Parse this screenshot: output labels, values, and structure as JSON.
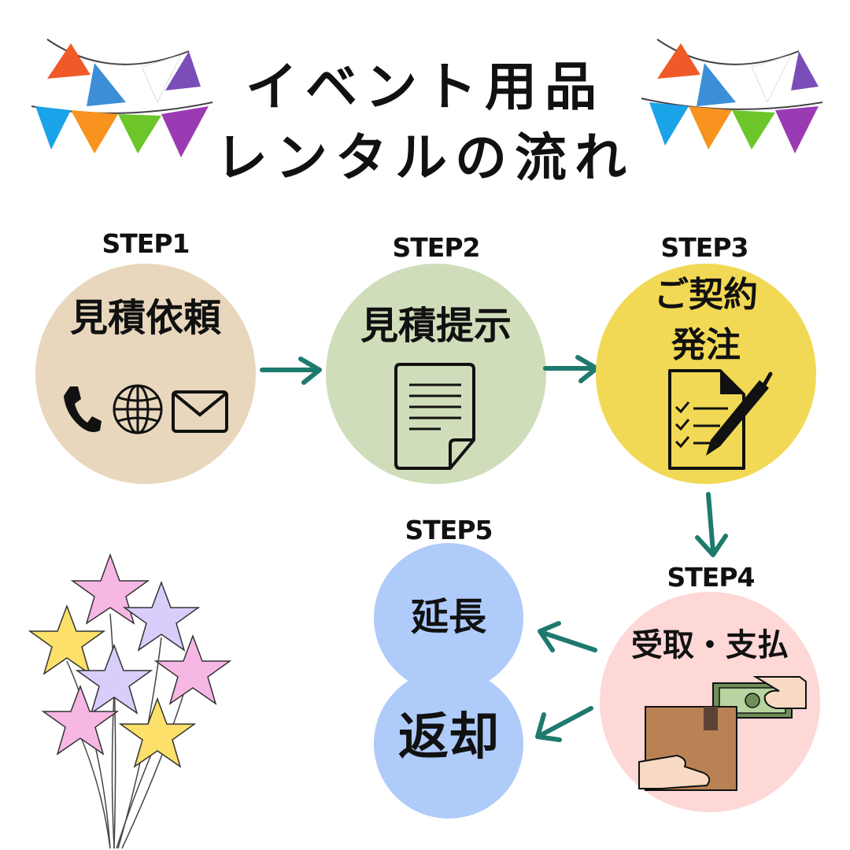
{
  "title": {
    "line1": "イベント用品",
    "line2": "レンタルの流れ"
  },
  "steps": [
    {
      "label": "STEP1",
      "text": "見積依頼",
      "color": "#e8d7bd",
      "icons": [
        "phone-icon",
        "globe-icon",
        "mail-icon"
      ]
    },
    {
      "label": "STEP2",
      "text": "見積提示",
      "color": "#cfddba",
      "icons": [
        "document-icon"
      ]
    },
    {
      "label": "STEP3",
      "text_line1": "ご契約",
      "text_line2": "発注",
      "color": "#f2d955",
      "icons": [
        "contract-pen-icon"
      ]
    },
    {
      "label": "STEP4",
      "text": "受取・支払",
      "color": "#fed7d7",
      "icons": [
        "package-money-icon"
      ]
    },
    {
      "label": "STEP5",
      "text_top": "延長",
      "text_bottom": "返却",
      "color": "#aecbfa"
    }
  ],
  "colors": {
    "arrow": "#1f7a6e"
  }
}
